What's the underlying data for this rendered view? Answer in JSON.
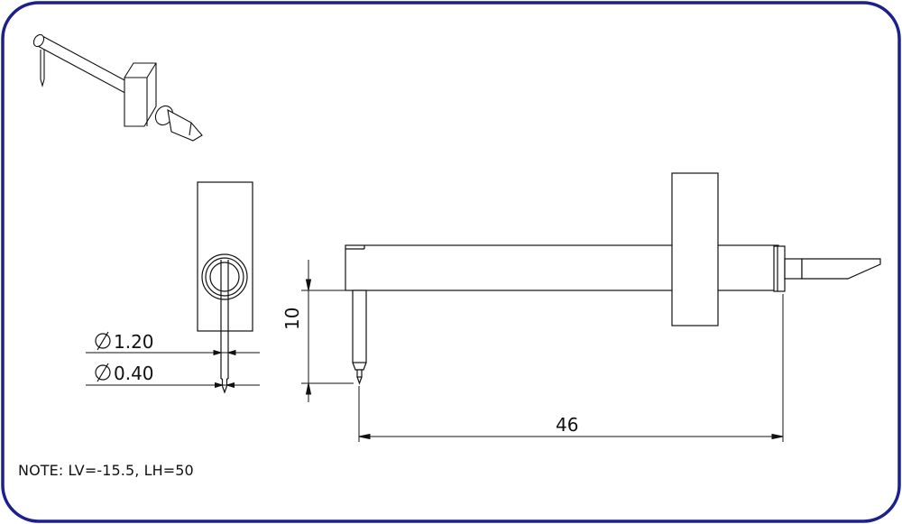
{
  "colors": {
    "border": "#1b1f8f",
    "line": "#111111",
    "background": "#ffffff"
  },
  "dimensions": {
    "diameter_shaft": "1.20",
    "diameter_tip": "0.40",
    "vertical_length": "10",
    "horizontal_length": "46"
  },
  "note": "NOTE: LV=-15.5,  LH=50"
}
